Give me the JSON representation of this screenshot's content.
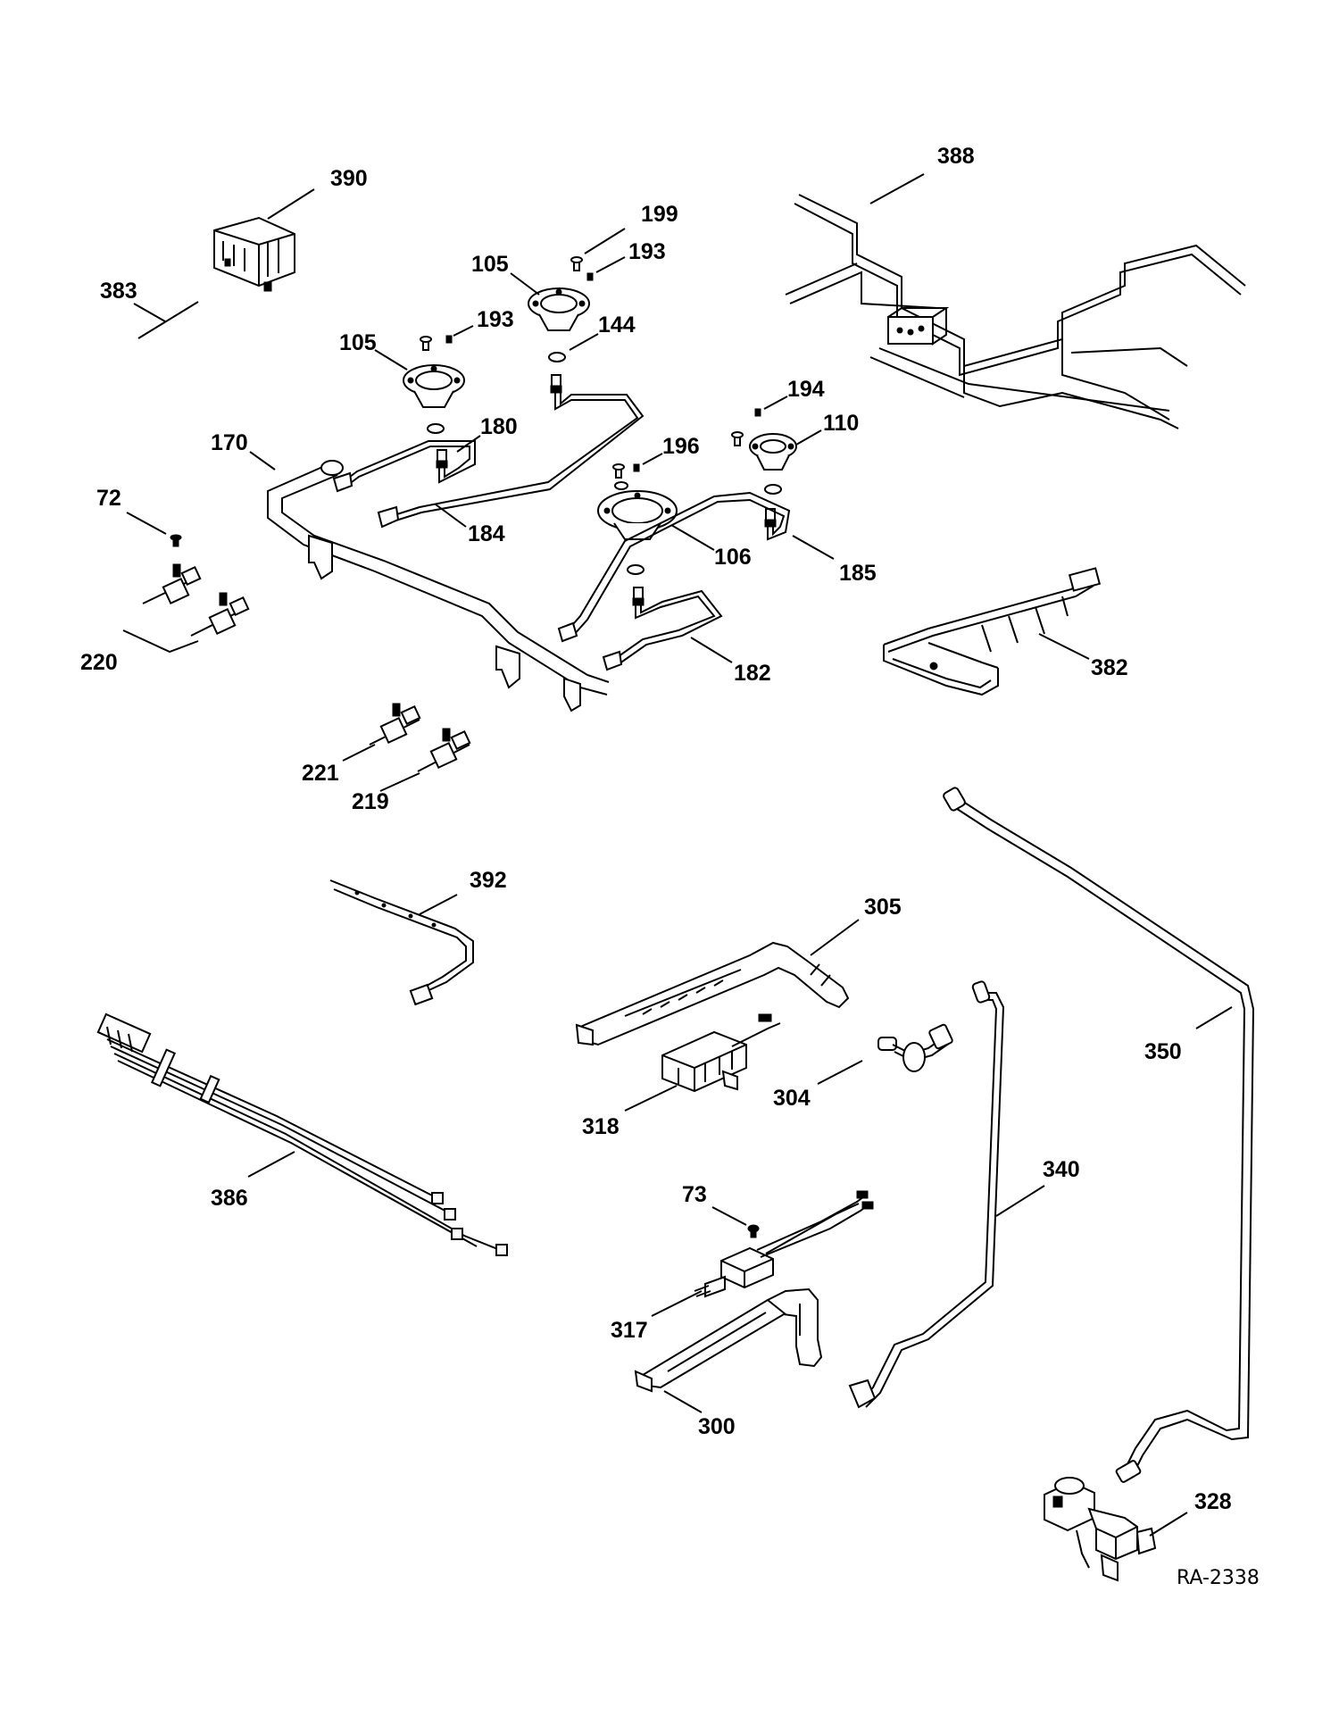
{
  "labels": {
    "l390": "390",
    "l388": "388",
    "l199": "199",
    "l193a": "193",
    "l105a": "105",
    "l383": "383",
    "l193b": "193",
    "l144": "144",
    "l105b": "105",
    "l194": "194",
    "l110": "110",
    "l170": "170",
    "l180": "180",
    "l196": "196",
    "l72": "72",
    "l184": "184",
    "l106": "106",
    "l185": "185",
    "l220": "220",
    "l182": "182",
    "l382": "382",
    "l221": "221",
    "l219": "219",
    "l392": "392",
    "l305": "305",
    "l350": "350",
    "l304": "304",
    "l318": "318",
    "l386": "386",
    "l340": "340",
    "l73": "73",
    "l317": "317",
    "l300": "300",
    "l328": "328"
  },
  "drawing_ref": "RA-2338"
}
